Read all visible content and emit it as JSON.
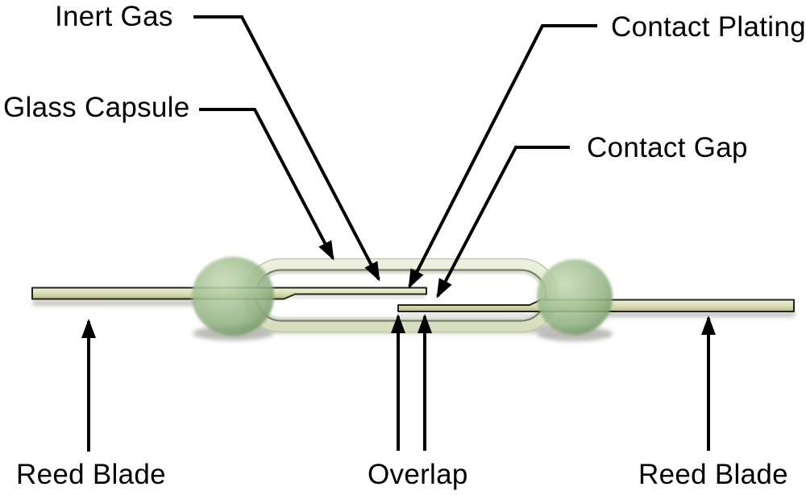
{
  "figure": {
    "type": "labeled-diagram",
    "labels": {
      "inert_gas": "Inert Gas",
      "glass_capsule": "Glass Capsule",
      "contact_plating": "Contact Plating",
      "contact_gap": "Contact Gap",
      "reed_blade_left": "Reed Blade",
      "overlap": "Overlap",
      "reed_blade_right": "Reed Blade"
    },
    "colors": {
      "background": "#ffffff",
      "text": "#000000",
      "leader_line": "#000000",
      "blade_fill": "#d9dcb3",
      "blade_fill_light": "#f1f2e2",
      "blade_fill_dark": "#b2b487",
      "blade_outline": "#22261a",
      "glass_band": "#e2e8d1",
      "glass_inner_line": "#6f7660",
      "seal_green": "#a4c094",
      "seal_green_light": "#c6d8b6",
      "seal_green_dark": "#6f9060",
      "shadow": "#8a8a80"
    }
  }
}
